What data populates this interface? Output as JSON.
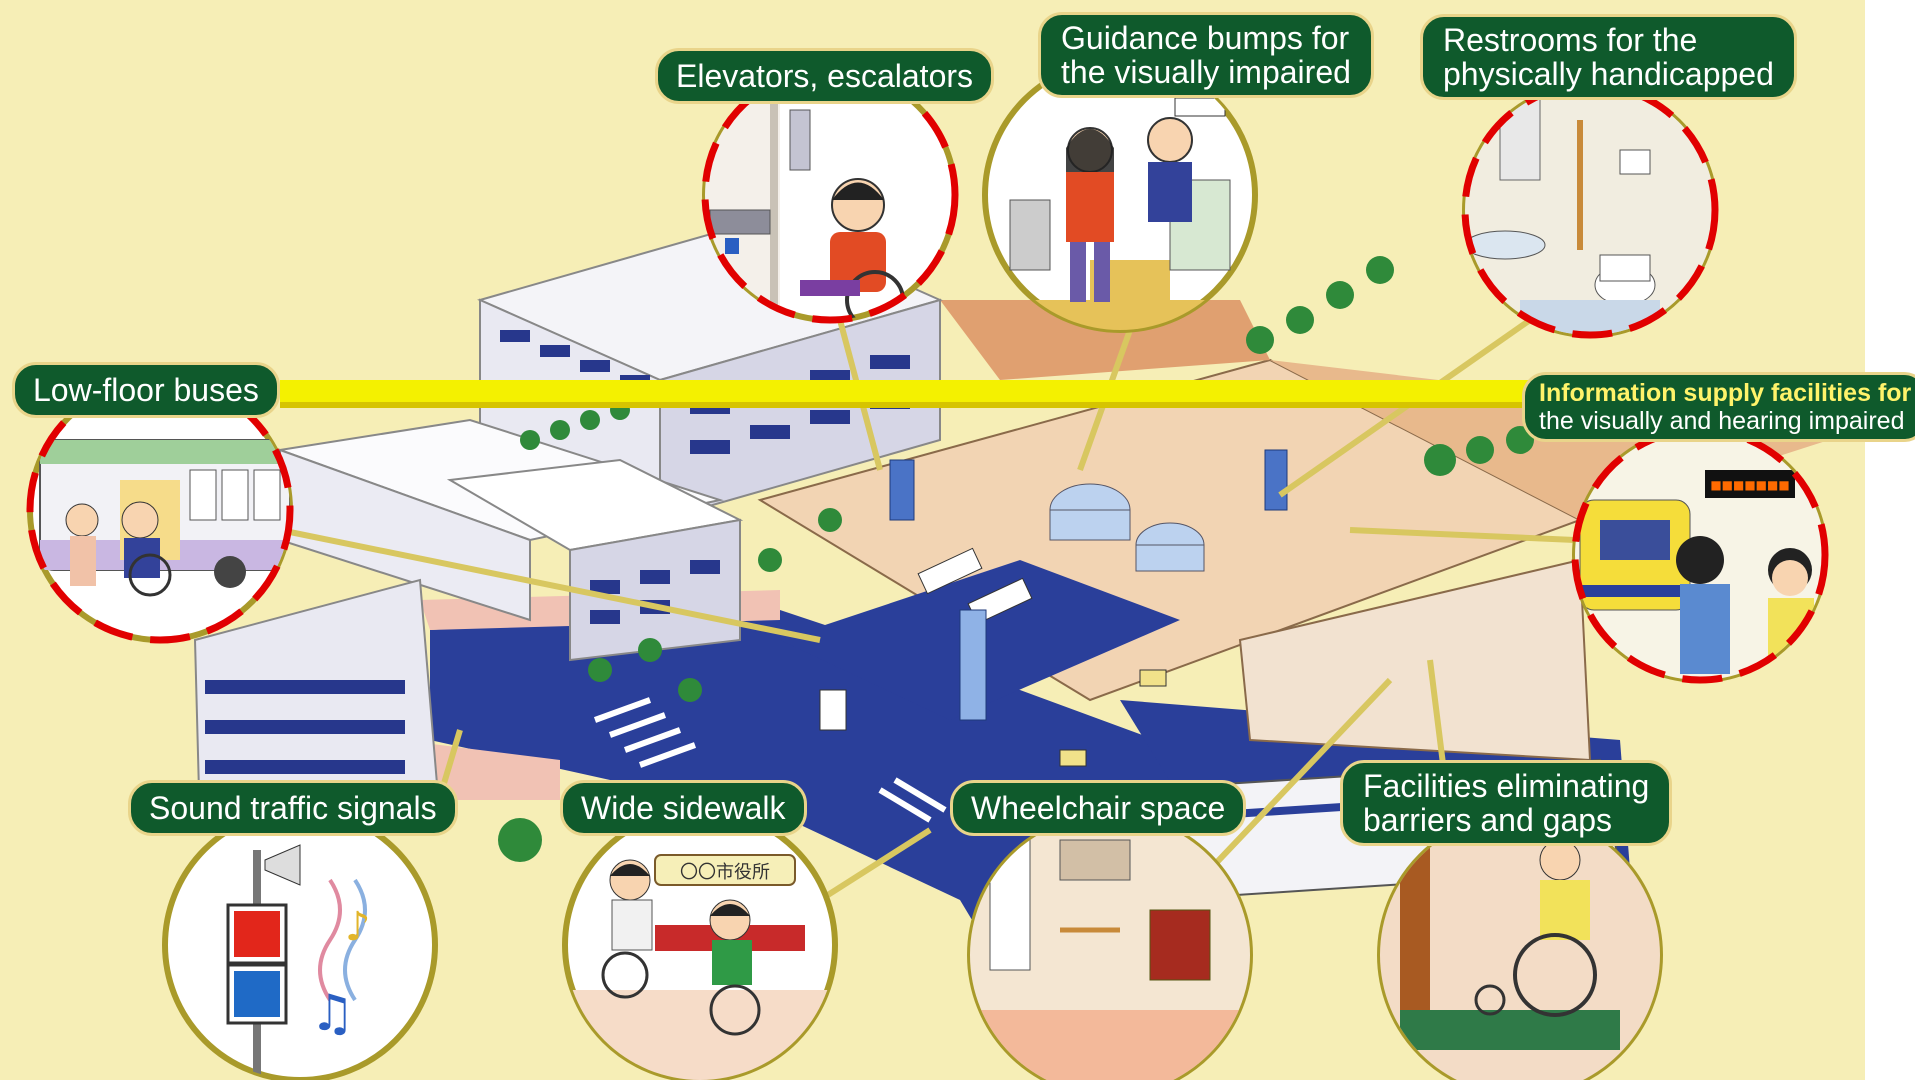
{
  "callouts": {
    "elevators": {
      "label": "Elevators, escalators"
    },
    "guidance": {
      "line1": "Guidance bumps for",
      "line2": "the visually impaired"
    },
    "restrooms": {
      "line1": "Restrooms for the",
      "line2": "physically handicapped"
    },
    "low_floor_buses": {
      "label": "Low-floor buses"
    },
    "information": {
      "line1": "Information supply facilities for",
      "line2": "the visually and hearing impaired"
    },
    "sound_signals": {
      "label": "Sound traffic signals"
    },
    "wide_sidewalk": {
      "label": "Wide sidewalk",
      "sign_text": "〇〇市役所"
    },
    "wheelchair_space": {
      "label": "Wheelchair space"
    },
    "barriers": {
      "line1": "Facilities eliminating",
      "line2": "barriers and gaps"
    }
  },
  "colors": {
    "background": "#f6eeb6",
    "label_bg": "#0f5a2c",
    "circle_border": "#a99a2a",
    "highlight_dash": "#e10000",
    "road": "#2a3f9a",
    "platform": "#f2c9a2"
  }
}
